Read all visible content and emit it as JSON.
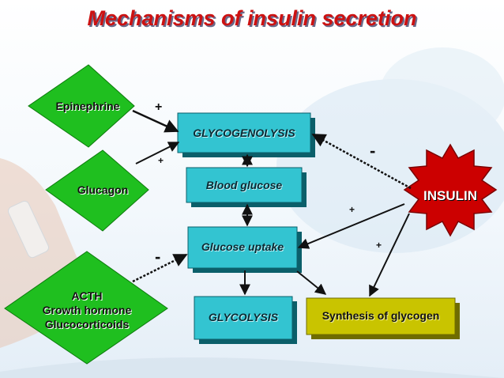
{
  "title": "Mechanisms of insulin secretion",
  "nodes": {
    "epinephrine": "Epinephrine",
    "glucagon": "Glucagon",
    "acth": "ACTH",
    "growth_hormone": "Growth hormone",
    "glucocorticoids": "Glucocorticoids",
    "glycogenolysis": "GLYCOGENOLYSIS",
    "blood_glucose": "Blood glucose",
    "glucose_uptake": "Glucose uptake",
    "glycolysis": "GLYCOLYSIS",
    "synthesis_glycogen": "Synthesis of glycogen",
    "insulin": "INSULIN"
  },
  "signs": {
    "epinephrine_plus": "+",
    "glucagon_plus": "+",
    "insulin_glycogenolysis_minus": "-",
    "insulin_uptake_plus": "+",
    "insulin_synthesis_plus": "+",
    "acth_minus": "-"
  },
  "colors": {
    "title": "#cc1111",
    "diamond_green": "#1fbf1f",
    "box_teal": "#33c4d1",
    "box_olive": "#c9c400",
    "starburst_red": "#cc0000"
  }
}
